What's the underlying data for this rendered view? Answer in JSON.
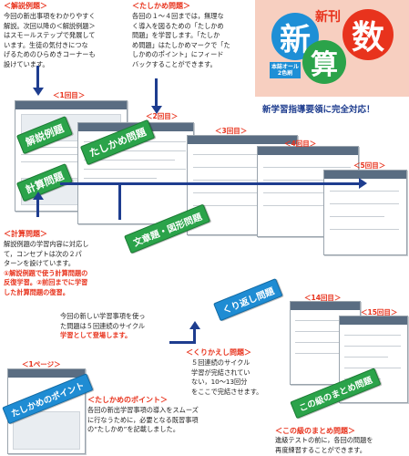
{
  "colors": {
    "accent_red": "#e8331d",
    "arrow_navy": "#1e3d8f",
    "ribbon_green": "#2ba34a",
    "ribbon_blue": "#1f8cd3",
    "logo_bg": "#f7cfc0"
  },
  "logo": {
    "shinkan": "新刊",
    "chars": [
      "新",
      "数",
      "算"
    ],
    "badge": "本誌オール2色刷",
    "tagline": "新学習指導要領に完全対応！"
  },
  "kaisetsu": {
    "heading": "＜解説例題＞",
    "lines": [
      "今回の新出事項をわかりやすく",
      "解説。次回以降の＜解説例題＞",
      "はスモールステップで発展して",
      "います。生徒の気付きにつな",
      "げるためのひらめきコーナーも",
      "設けています。"
    ]
  },
  "tashikame": {
    "heading": "＜たしかめ問題＞",
    "lines": [
      "各回の１～４回までは，無理な",
      "く導入を図るための「たしかめ",
      "問題」を学習します。「たしか",
      "め問題」はたしかめマークで「た",
      "しかめのポイント」にフィード",
      "バックすることができます。"
    ]
  },
  "keisan": {
    "heading": "＜計算問題＞",
    "lines": [
      "解説例題の学習内容に対応し",
      "て，コンセプトは次の２パ",
      "ターンを設けています。"
    ],
    "red_lines": [
      "①解説例題で使う計算問題の",
      "反復学習。②前回までに学習",
      "した計算問題の復習。"
    ]
  },
  "cycle": {
    "lines": [
      "今回の新しい学習事項を使っ",
      "た問題は５回連続のサイクル",
      "学習として登場します。"
    ]
  },
  "kurikaeshi": {
    "heading": "＜くりかえし問題＞",
    "lines": [
      "５回連続のサイクル",
      "学習が完結されてい",
      "ない，10～13回分",
      "をここで完結させます。"
    ]
  },
  "point": {
    "heading": "＜たしかめのポイント＞",
    "lines": [
      "各回の新出学習事項の導入をスムーズ",
      "に行なうために，必要となる既習事項",
      "の“たしかめ”を記載しました。"
    ]
  },
  "matome": {
    "heading": "＜この級のまとめ問題＞",
    "lines": [
      "進級テストの前に，各回の問題を",
      "再度練習することができます。"
    ]
  },
  "page_labels": [
    "＜1回目＞",
    "＜2回目＞",
    "＜3回目＞",
    "＜4回目＞",
    "＜5回目＞",
    "＜14回目＞",
    "＜15回目＞",
    "＜1ページ＞"
  ],
  "ribbons": {
    "kaisetsu_reidai": "解説例題",
    "keisan_mondai": "計算問題",
    "tashikame_mondai": "たしかめ問題",
    "bunshoudai": "文章題・図形問題",
    "kurikaeshi_mondai": "くり返し問題",
    "matome_mondai": "この級のまとめ問題",
    "tashikame_point": "たしかめのポイント"
  }
}
